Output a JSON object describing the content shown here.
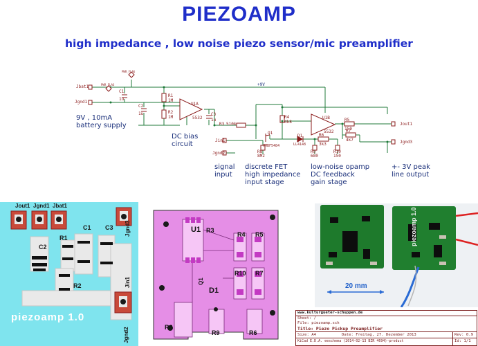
{
  "header": {
    "title": "PIEZOAMP",
    "subtitle": "high impedance , low noise piezo sensor/mic preamplifier"
  },
  "schematic": {
    "components": {
      "jbat1": "Jbat1",
      "jgnd1": "Jgnd1",
      "jin1": "Jin1",
      "jgnd2": "Jgnd2",
      "jout1": "Jout1",
      "jgnd3": "Jgnd3",
      "c1": "C1",
      "c1_val": "1u",
      "c2": "C2",
      "c2_val": "1u",
      "c3": "C3",
      "c3_val": "1u",
      "r1": "R1",
      "r1_val": "1M",
      "r2": "R2",
      "r2_val": "1M",
      "r3": "R3",
      "r3_val": "510k",
      "r4": "R4",
      "r4_val": "4k8",
      "r5": "R5",
      "r5_val": "150",
      "r6": "R6",
      "r6_val": "3k3",
      "r7": "R7",
      "r7_val": "4k7",
      "r8": "R8",
      "r8_val": "8M2",
      "r9": "R9",
      "r9_val": "680",
      "r10": "R10",
      "r10_val": "150",
      "u1a": "U1A",
      "u1a_part": "5532",
      "u1b": "U1B",
      "u1b_part": "5532",
      "q1": "Q1",
      "q1_part": "MMBF5484",
      "d1": "D1",
      "d1_part": "LL4148",
      "pwr_flag": "PWR_FLAG",
      "rail": "+9V"
    },
    "notes": {
      "battery_line1": "9V , 10mA",
      "battery_line2": "battery supply",
      "dcbias_line1": "DC bias",
      "dcbias_line2": "circuit",
      "signal_line1": "signal",
      "signal_line2": "input",
      "fet_line1": "discrete FET",
      "fet_line2": "high impedance",
      "fet_line3": "input stage",
      "opamp_line1": "low-noise opamp",
      "opamp_line2": "DC feedback",
      "opamp_line3": "gain stage",
      "out_line1": "+- 3V peak",
      "out_line2": "line output"
    }
  },
  "pcb_bottom": {
    "labels": {
      "jout1": "Jout1",
      "jgnd1": "Jgnd1",
      "jbat1": "Jbat1",
      "c1": "C1",
      "c3": "C3",
      "c2": "C2",
      "r1": "R1",
      "r2": "R2",
      "jgnd3": "Jgnd3",
      "jin1": "Jin1",
      "jgnd2": "Jgnd2",
      "name": "piezoamp 1.0"
    }
  },
  "pcb_top": {
    "labels": {
      "u1": "U1",
      "r3": "R3",
      "r4": "R4",
      "r5": "R5",
      "r10": "R10",
      "r7": "R7",
      "q1": "Q1",
      "d1": "D1",
      "r8": "R8",
      "r9": "R9",
      "r6": "R6"
    }
  },
  "photo": {
    "scale_label": "20 mm",
    "board_text": "piezoamp 1.0"
  },
  "title_block": {
    "url": "www.kulturgueter-schuppen.de",
    "sheet": "Sheet: /",
    "file": "File: piezoamp.sch",
    "title": "Title: Piezo Pickup Preamplifier",
    "size": "Size: A4",
    "date": "Date: Freitag, 27. Dezember 2013",
    "rev": "Rev: 0.9",
    "kicad": "KiCad E.D.A.  eeschema (2014-02-13 BZR 4694)-product",
    "id": "Id: 1/1"
  },
  "colors": {
    "title_blue": "#1f2ec9",
    "wire_green": "#1f7a3a",
    "component_red": "#8b1c1c",
    "pcb_cyan": "#7fe4ee",
    "pcb_magenta": "#e58ee6",
    "pad_red": "#c84a3a"
  }
}
